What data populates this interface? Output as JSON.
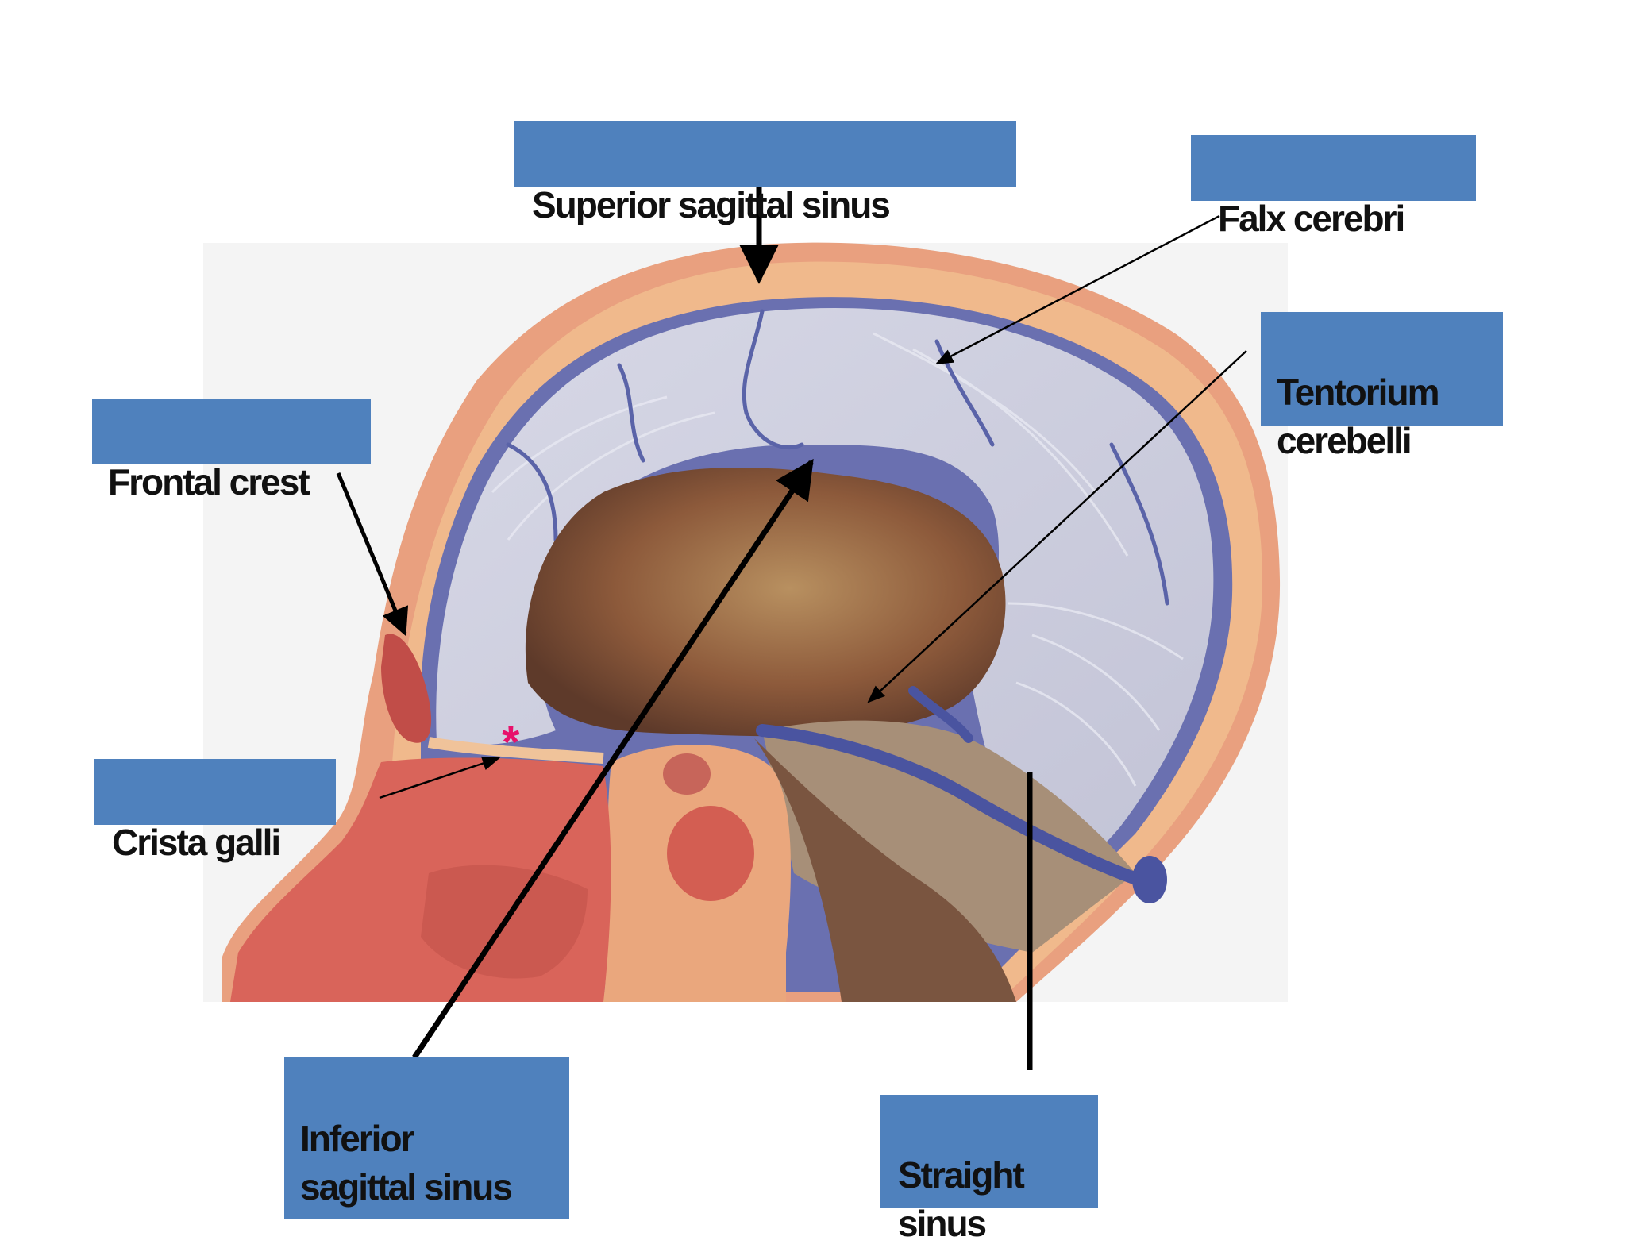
{
  "labels": {
    "superior_sagittal_sinus": "Superior sagittal sinus",
    "falx_cerebri": "Falx cerebri",
    "tentorium_cerebelli": "Tentorium\ncerebelli",
    "frontal_crest": "Frontal crest",
    "crista_galli": "Crista galli",
    "inferior_sagittal_sinus": "Inferior\nsagittal sinus",
    "straight_sinus": "Straight\nsinus"
  },
  "marker": "*",
  "colors": {
    "label_fill": "#4f81bd",
    "label_text": "#111111",
    "marker": "#e8116b",
    "pointer": "#000000",
    "skin": "#e9a07f",
    "bone": "#f0b98c",
    "falx": "#cfd0e0",
    "dura_vessel": "#5a63a8",
    "brain_cavity": "#8a5a3a",
    "nasal_cavity": "#d9645a"
  }
}
